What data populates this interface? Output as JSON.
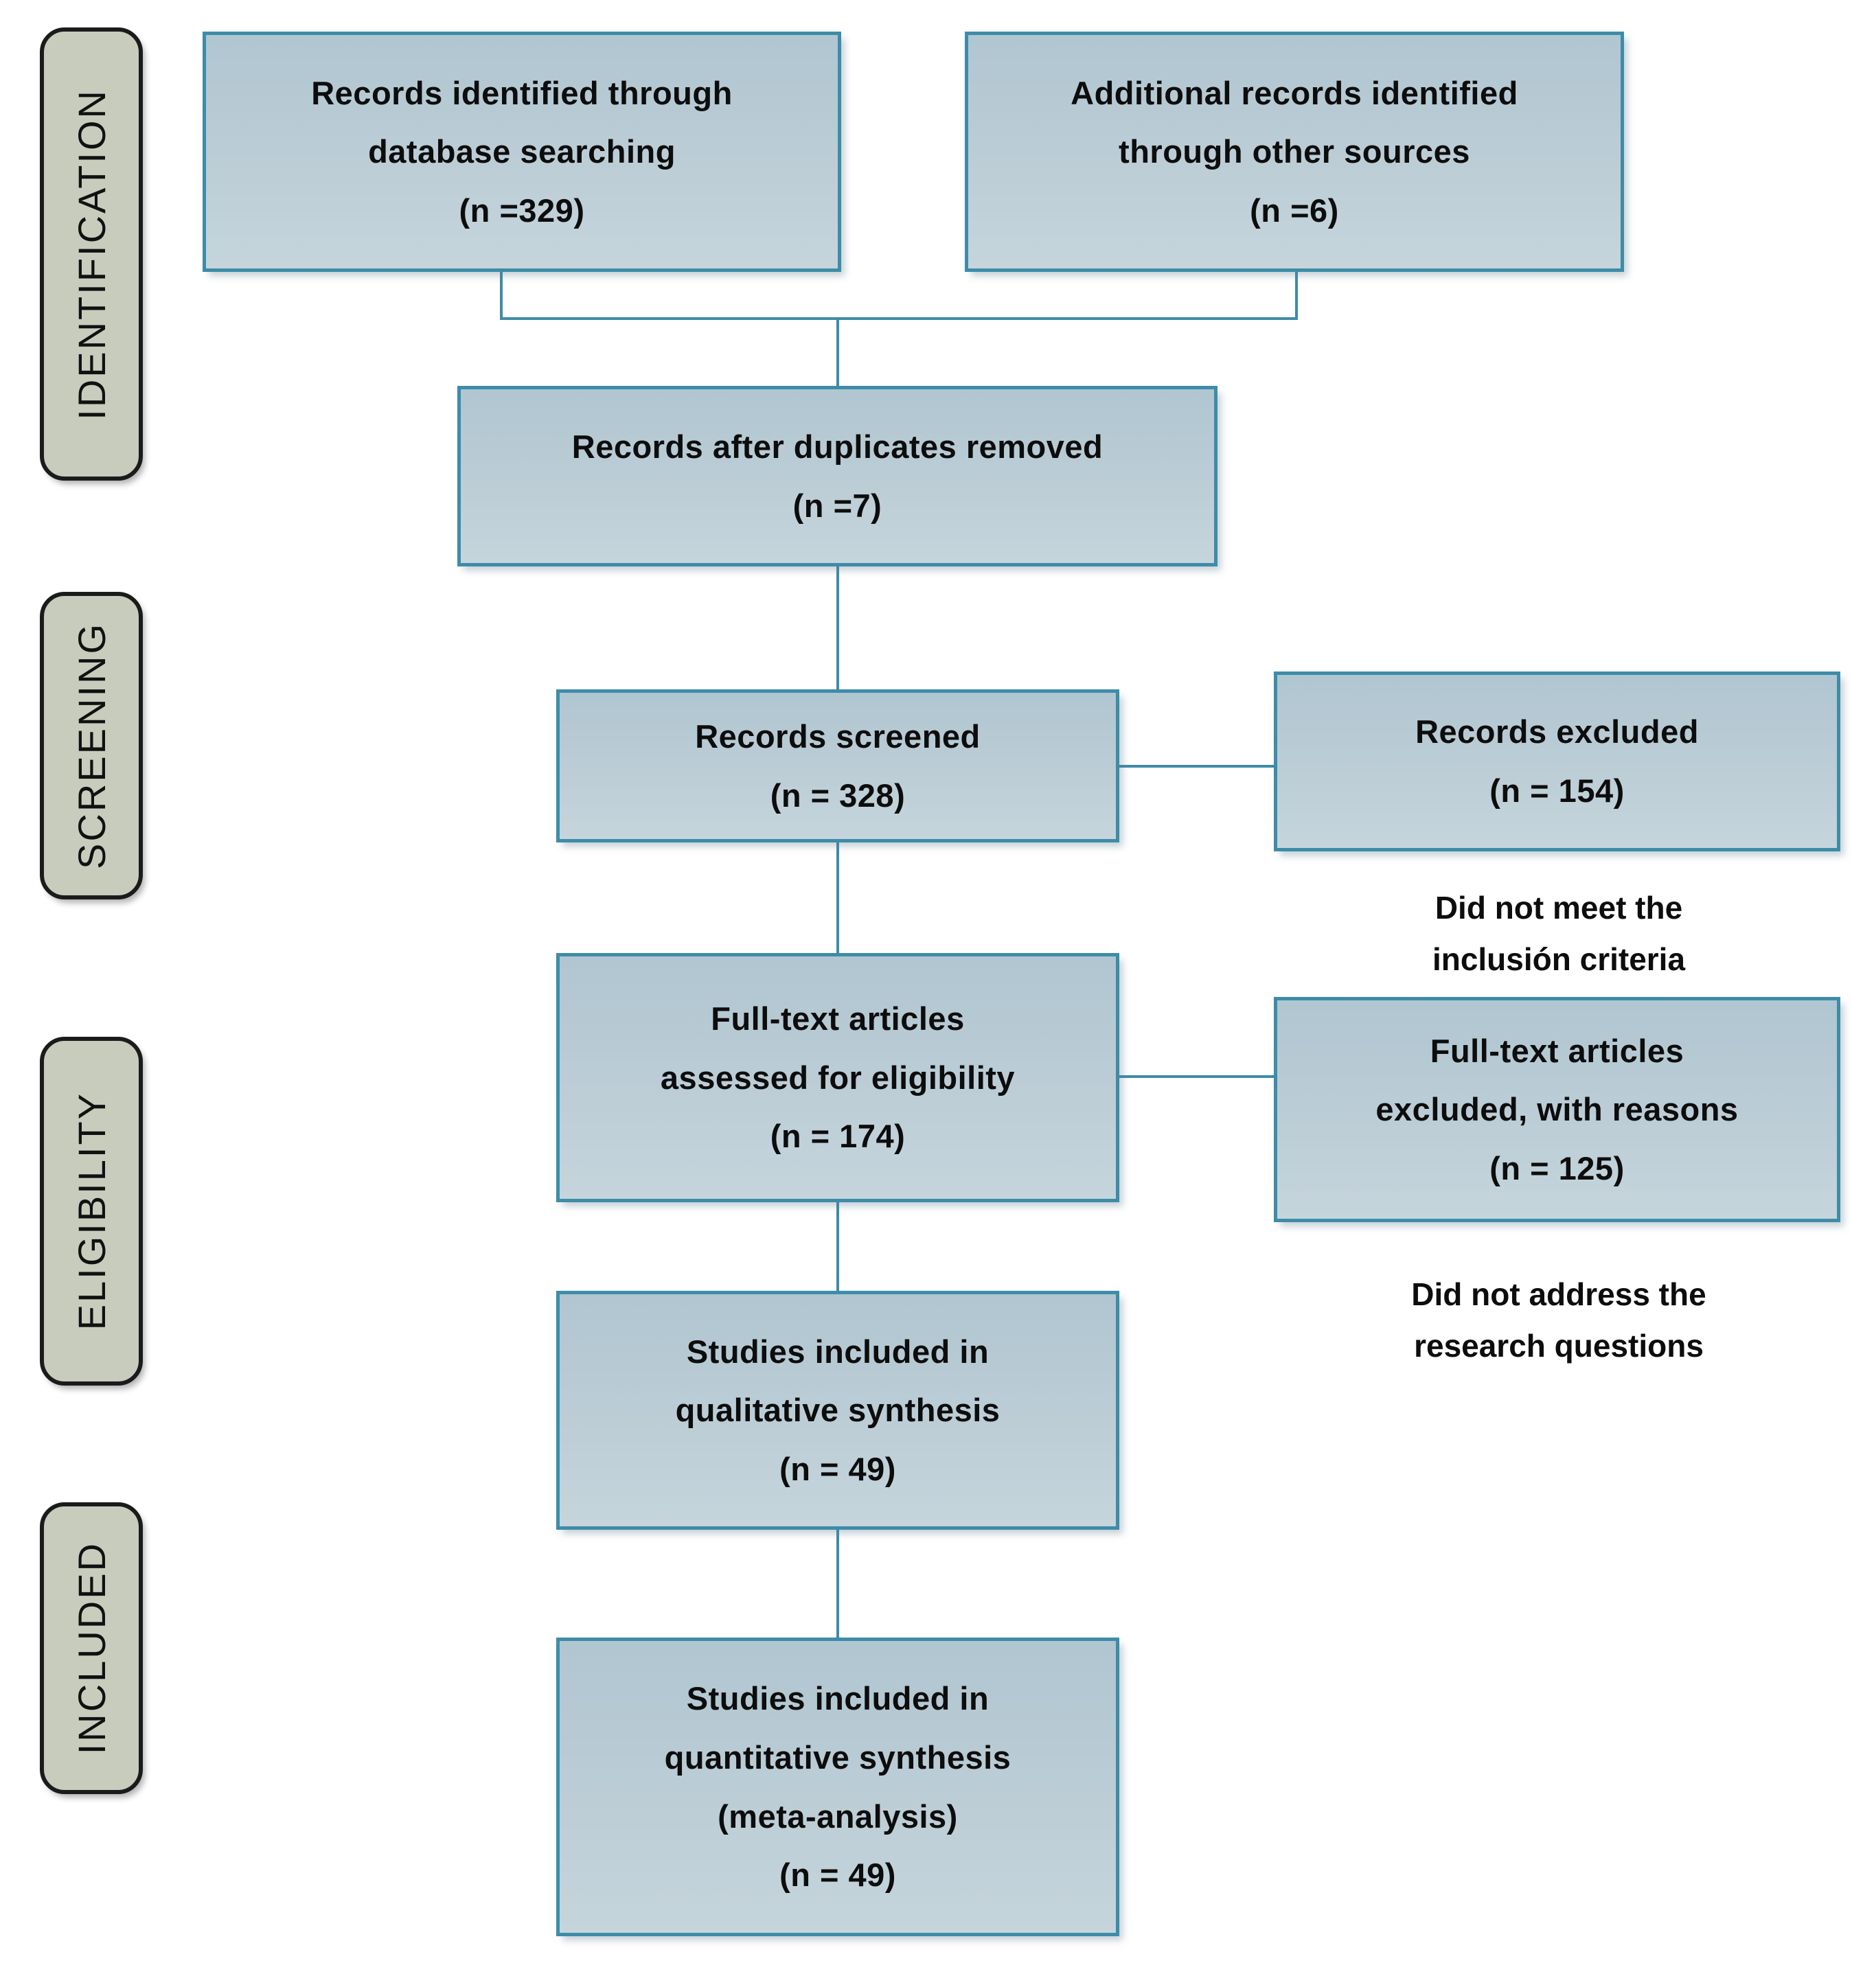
{
  "diagram": {
    "type": "prisma-flowchart",
    "stages": [
      {
        "label": "IDENTIFICATION"
      },
      {
        "label": "SCREENING"
      },
      {
        "label": "ELIGIBILITY"
      },
      {
        "label": "INCLUDED"
      }
    ],
    "boxes": [
      {
        "name": "records-identified",
        "text": "Records identified through\ndatabase searching\n(n =329)"
      },
      {
        "name": "additional-records",
        "text": "Additional records identified\nthrough other sources\n(n =6)"
      },
      {
        "name": "duplicates-removed",
        "text": "Records after duplicates removed\n(n =7)"
      },
      {
        "name": "records-screened",
        "text": "Records screened\n(n = 328)"
      },
      {
        "name": "records-excluded",
        "text": "Records excluded\n(n = 154)"
      },
      {
        "name": "fulltext-assessed",
        "text": "Full-text articles\nassessed for eligibility\n(n = 174)"
      },
      {
        "name": "fulltext-excluded",
        "text": "Full-text articles\nexcluded, with reasons\n(n = 125)"
      },
      {
        "name": "qualitative-synthesis",
        "text": "Studies included in\nqualitative synthesis\n(n = 49)"
      },
      {
        "name": "quantitative-synthesis",
        "text": "Studies included in\nquantitative synthesis\n(meta-analysis)\n(n = 49)"
      }
    ],
    "annotations": [
      {
        "name": "screening-exclusion-reason",
        "text": "Did not meet the\ninclusión criteria"
      },
      {
        "name": "eligibility-exclusion-reason",
        "text": "Did not address the\nresearch questions"
      }
    ],
    "colors": {
      "background": "#ffffff",
      "box_fill_top": "#b0c6d1",
      "box_fill_bottom": "#c6d5dc",
      "box_border": "#3d8ca8",
      "stage_fill": "#c8ccbd",
      "stage_border": "#1b1b1b",
      "connector": "#3d8ca8",
      "text": "#0d0d0d"
    }
  }
}
